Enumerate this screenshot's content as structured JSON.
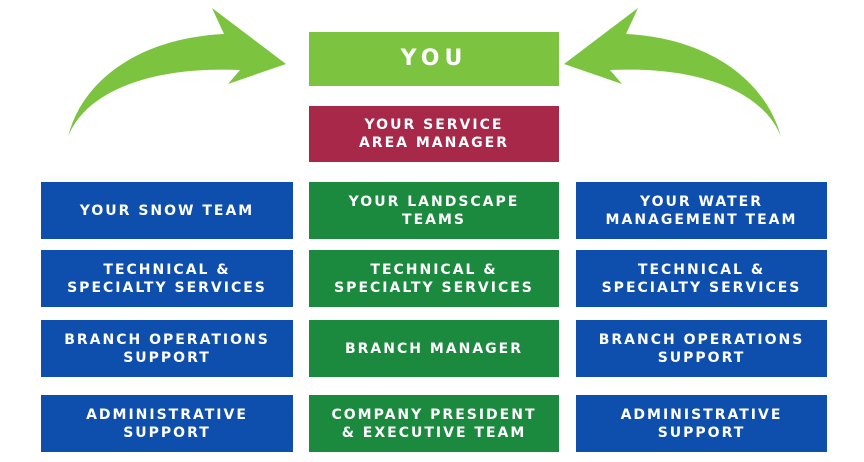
{
  "colors": {
    "you": "#7cc440",
    "service_manager": "#a8284a",
    "blue_box": "#0e4fad",
    "green_box": "#1b8a3f",
    "arrow": "#7cc440"
  },
  "icons": [
    "curved-arrow-left-icon",
    "curved-arrow-right-icon"
  ],
  "top": {
    "you": "YOU",
    "service_manager": "YOUR SERVICE\nAREA MANAGER"
  },
  "left_column": [
    "YOUR SNOW TEAM",
    "TECHNICAL &\nSPECIALTY SERVICES",
    "BRANCH OPERATIONS\nSUPPORT",
    "ADMINISTRATIVE\nSUPPORT"
  ],
  "center_column": [
    "YOUR LANDSCAPE\nTEAMS",
    "TECHNICAL &\nSPECIALTY SERVICES",
    "BRANCH MANAGER",
    "COMPANY PRESIDENT\n& EXECUTIVE TEAM"
  ],
  "right_column": [
    "YOUR WATER\nMANAGEMENT TEAM",
    "TECHNICAL &\nSPECIALTY SERVICES",
    "BRANCH OPERATIONS\nSUPPORT",
    "ADMINISTRATIVE\nSUPPORT"
  ]
}
